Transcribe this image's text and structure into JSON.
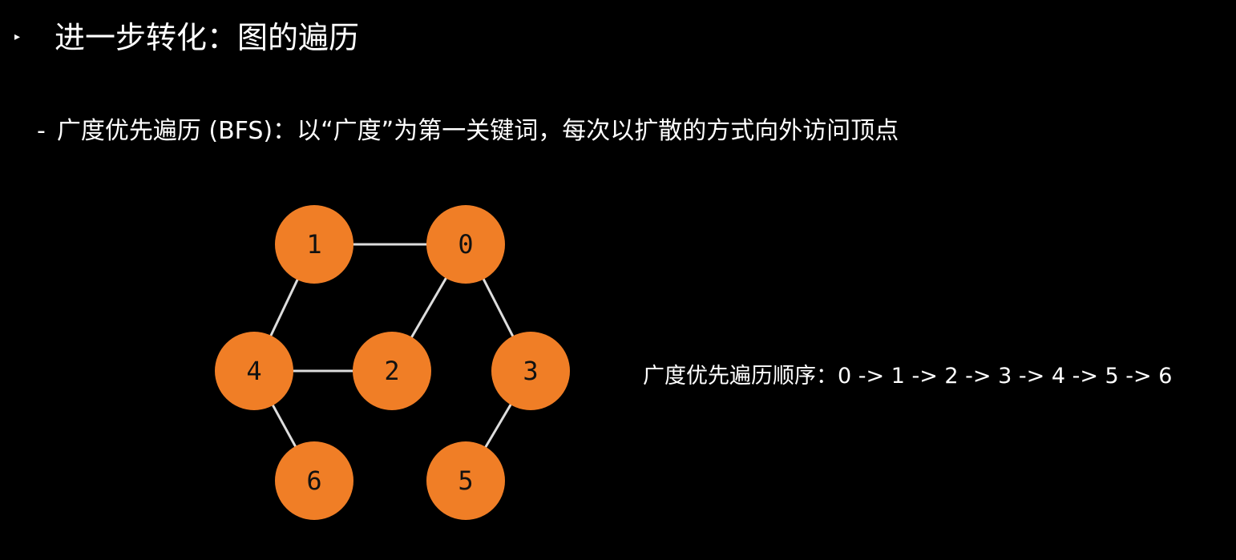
{
  "slide": {
    "bullet_icon": "triangle-right",
    "title": "进一步转化：图的遍历",
    "subtitle_dash": "-",
    "subtitle": "广度优先遍历 (BFS)：以“广度”为第一关键词，每次以扩散的方式向外访问顶点"
  },
  "graph": {
    "node_color": "#F07E26",
    "edge_color": "#DDDDDD",
    "nodes": [
      {
        "id": "0",
        "label": "0"
      },
      {
        "id": "1",
        "label": "1"
      },
      {
        "id": "2",
        "label": "2"
      },
      {
        "id": "3",
        "label": "3"
      },
      {
        "id": "4",
        "label": "4"
      },
      {
        "id": "5",
        "label": "5"
      },
      {
        "id": "6",
        "label": "6"
      }
    ],
    "edges": [
      [
        "1",
        "0"
      ],
      [
        "1",
        "4"
      ],
      [
        "0",
        "2"
      ],
      [
        "0",
        "3"
      ],
      [
        "4",
        "2"
      ],
      [
        "4",
        "6"
      ],
      [
        "3",
        "5"
      ]
    ]
  },
  "traversal": {
    "text": "广度优先遍历顺序：0 -> 1 -> 2 -> 3 -> 4 -> 5 -> 6"
  }
}
